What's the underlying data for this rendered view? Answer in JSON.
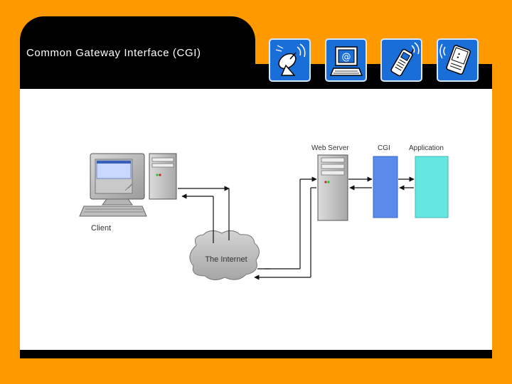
{
  "slide": {
    "title": "Common Gateway Interface (CGI)"
  },
  "toolbar_icons": [
    {
      "icon": "satellite-dish-icon"
    },
    {
      "icon": "email-computer-icon"
    },
    {
      "icon": "mobile-phone-icon"
    },
    {
      "icon": "pda-device-icon"
    }
  ],
  "diagram": {
    "labels": {
      "client": "Client",
      "internet": "The Internet",
      "web_server": "Web Server",
      "cgi": "CGI",
      "application": "Application"
    }
  },
  "colors": {
    "background": "#ff9900",
    "header": "#000000",
    "cgi_block": "#5b8be8",
    "application_block": "#66e6e0",
    "icon_tile": "#1a6ed8"
  }
}
